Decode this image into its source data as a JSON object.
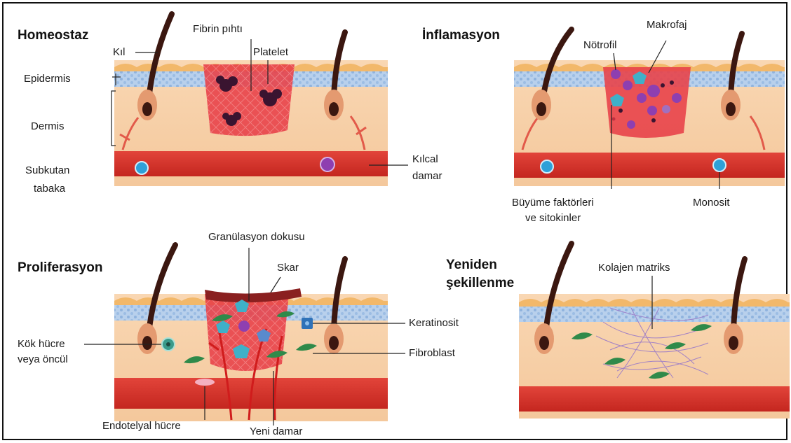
{
  "panels": {
    "homeostaz": {
      "title": "Homeostaz",
      "labels": {
        "kil": "Kıl",
        "fibrin": "Fibrin pıhtı",
        "platelet": "Platelet",
        "epidermis": "Epidermis",
        "dermis": "Dermis",
        "subkutan_1": "Subkutan",
        "subkutan_2": "tabaka",
        "kilcal_1": "Kılcal",
        "kilcal_2": "damar"
      }
    },
    "inflamasyon": {
      "title": "İnflamasyon",
      "labels": {
        "makrofaj": "Makrofaj",
        "notrofil": "Nötrofil",
        "buyume_1": "Büyüme faktörleri",
        "buyume_2": "ve sitokinler",
        "monosit": "Monosit"
      }
    },
    "proliferasyon": {
      "title": "Proliferasyon",
      "labels": {
        "granulasyon": "Granülasyon dokusu",
        "skar": "Skar",
        "keratinosit": "Keratinosit",
        "kok_1": "Kök hücre",
        "kok_2": "veya öncül",
        "fibroblast": "Fibroblast",
        "endotelyal": "Endotelyal hücre",
        "yeni_damar": "Yeni damar"
      }
    },
    "yeniden": {
      "title_1": "Yeniden",
      "title_2": "şekillenme",
      "labels": {
        "kolajen": "Kolajen matriks"
      }
    }
  },
  "colors": {
    "dermis": "#f6cfa6",
    "epidermis": "#a9c6e6",
    "skin_top": "#f2b86a",
    "vessel": "#d9312a",
    "wound": "#e8424a",
    "hair": "#3b1710",
    "fibroblast": "#2f8a4a",
    "monocyte": "#2ea0d8",
    "neutrophil": "#8e3fb0",
    "macrophage": "#3fb0c8",
    "scar": "#8a2020",
    "collagen": "#9a7ac8"
  }
}
